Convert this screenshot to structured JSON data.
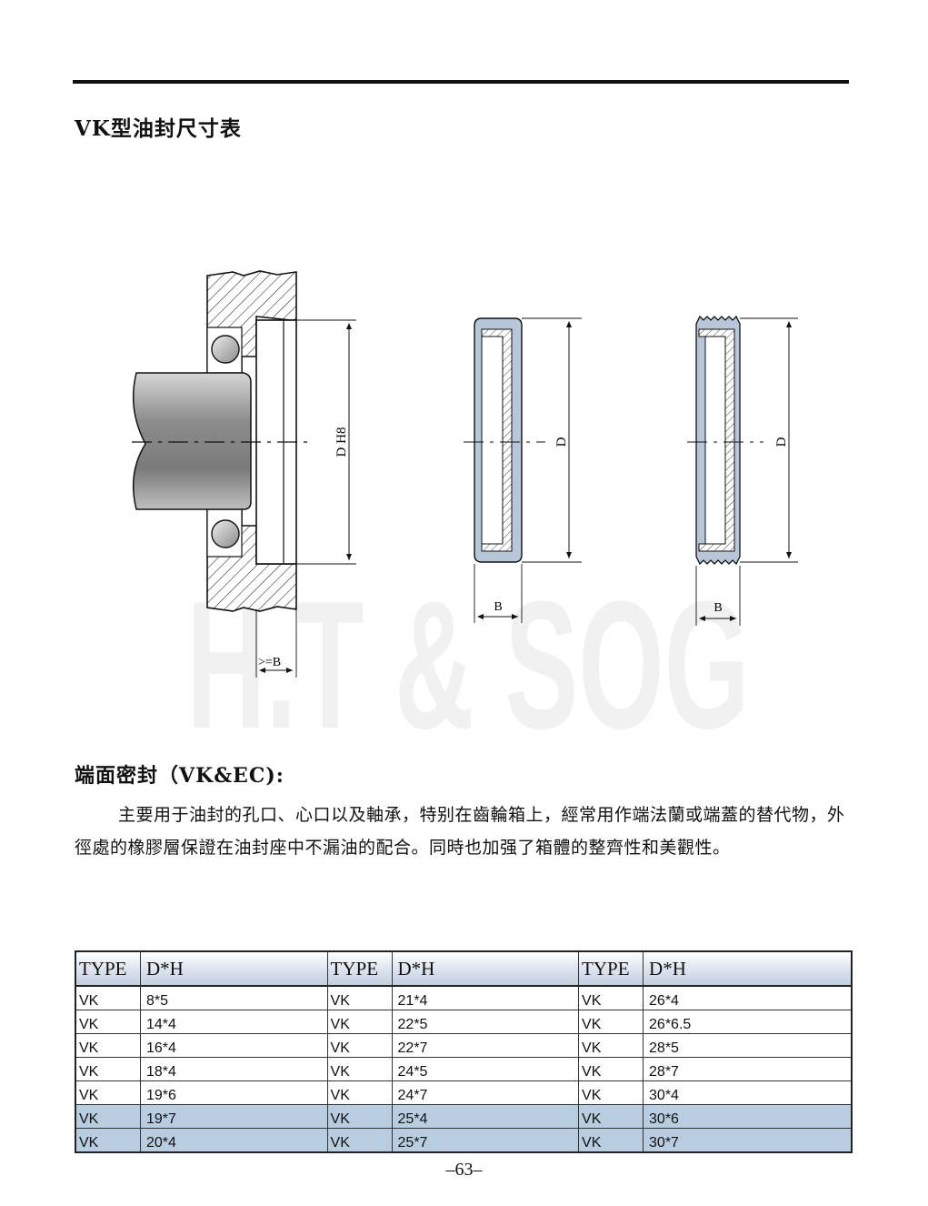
{
  "title": "VK型油封尺寸表",
  "diagram": {
    "label_dh8": "D H8",
    "label_gtb": ">=B",
    "label_d1": "D",
    "label_d2": "D",
    "label_b1": "B",
    "label_b2": "B",
    "watermark": "H.T & SOG"
  },
  "section": {
    "heading": "端面密封（VK&EC):",
    "body": "主要用于油封的孔口、心口以及軸承，特别在齒輪箱上，經常用作端法蘭或端蓋的替代物，外徑處的橡膠層保證在油封座中不漏油的配合。同時也加强了箱體的整齊性和美觀性。"
  },
  "table": {
    "headers": [
      "TYPE",
      "D*H",
      "TYPE",
      "D*H",
      "TYPE",
      "D*H"
    ],
    "rows": [
      [
        "VK",
        "8*5",
        "VK",
        "21*4",
        "VK",
        "26*4"
      ],
      [
        "VK",
        "14*4",
        "VK",
        "22*5",
        "VK",
        "26*6.5"
      ],
      [
        "VK",
        "16*4",
        "VK",
        "22*7",
        "VK",
        "28*5"
      ],
      [
        "VK",
        "18*4",
        "VK",
        "24*5",
        "VK",
        "28*7"
      ],
      [
        "VK",
        "19*6",
        "VK",
        "24*7",
        "VK",
        "30*4"
      ],
      [
        "VK",
        "19*7",
        "VK",
        "25*4",
        "VK",
        "30*6"
      ],
      [
        "VK",
        "20*4",
        "VK",
        "25*7",
        "VK",
        "30*7"
      ]
    ],
    "highlight_color": "#b9cde0"
  },
  "page_number": "–63–"
}
